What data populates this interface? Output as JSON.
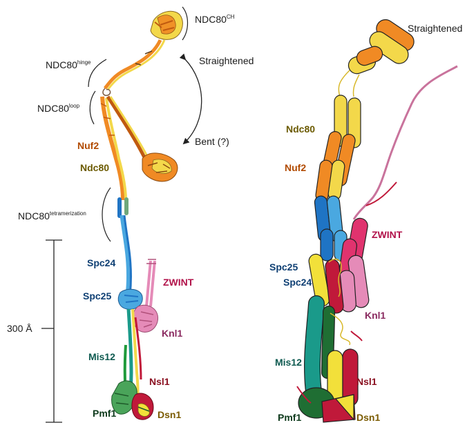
{
  "left_panel": {
    "labels": {
      "ndc80_ch": {
        "base": "NDC80",
        "sup": "CH"
      },
      "ndc80_hinge": {
        "base": "NDC80",
        "sup": "hinge"
      },
      "ndc80_loop": {
        "base": "NDC80",
        "sup": "loop"
      },
      "ndc80_tetramerization": {
        "base": "NDC80",
        "sup": "tetramerization"
      },
      "straightened": "Straightened",
      "bent": "Bent (?)",
      "nuf2": "Nuf2",
      "ndc80": "Ndc80",
      "spc24": "Spc24",
      "spc25": "Spc25",
      "zwint": "ZWINT",
      "knl1": "Knl1",
      "mis12": "Mis12",
      "nsl1": "Nsl1",
      "pmf1": "Pmf1",
      "dsn1": "Dsn1"
    },
    "scale_bar": "300 Å"
  },
  "right_panel": {
    "labels": {
      "straightened": "Straightened",
      "ndc80": "Ndc80",
      "nuf2": "Nuf2",
      "zwint": "ZWINT",
      "spc25": "Spc25",
      "spc24": "Spc24",
      "knl1": "Knl1",
      "mis12": "Mis12",
      "nsl1": "Nsl1",
      "pmf1": "Pmf1",
      "dsn1": "Dsn1"
    }
  },
  "colors": {
    "ndc80": "#f3d84a",
    "nuf2": "#f08a24",
    "spc24": "#1f74c4",
    "spc25": "#4aa8e0",
    "zwint": "#e0336e",
    "knl1": "#e58bb8",
    "mis12": "#1a9a8a",
    "nsl1": "#c0193a",
    "pmf1": "#1f6e33",
    "dsn1": "#f2e03a",
    "knl1_tail": "#c9739c",
    "label_ndc80": "#6b5a00",
    "label_nuf2": "#b14a00",
    "label_spc": "#0e3f73",
    "label_zwint": "#b1124a",
    "label_knl1": "#8a2a60",
    "label_mis12": "#0e5a50",
    "label_nsl1": "#8a1020",
    "label_pmf1": "#0e3a1c",
    "label_dsn1": "#7a5a00"
  }
}
